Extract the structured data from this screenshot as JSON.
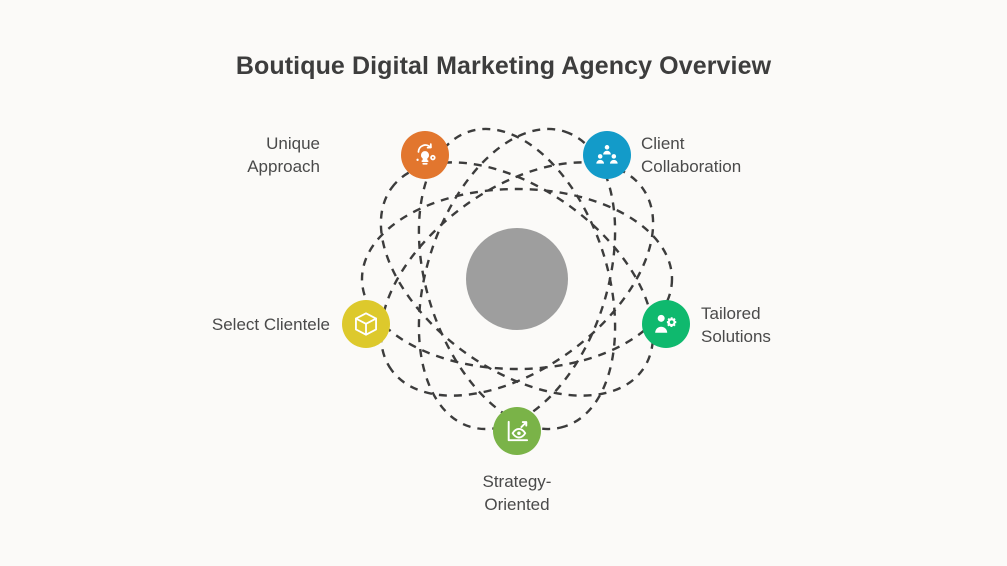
{
  "page": {
    "title": "Boutique Digital Marketing Agency Overview",
    "background_color": "#fbfaf8",
    "title_color": "#3d3d3d",
    "label_color": "#4a4a4a",
    "orbit_color": "#3c3c3c",
    "hub_color": "#9e9e9e"
  },
  "nodes": [
    {
      "id": "unique-approach",
      "label": "Unique\nApproach",
      "color": "#e2762e",
      "icon": "lightbulb-refresh-icon",
      "position": "top-left"
    },
    {
      "id": "client-collaboration",
      "label": "Client\nCollaboration",
      "color": "#139bc9",
      "icon": "people-group-icon",
      "position": "top-right"
    },
    {
      "id": "tailored-solutions",
      "label": "Tailored\nSolutions",
      "color": "#0fb96e",
      "icon": "person-gear-icon",
      "position": "right"
    },
    {
      "id": "strategy-oriented",
      "label": "Strategy-\nOriented",
      "color": "#7ab348",
      "icon": "growth-chart-eye-icon",
      "position": "bottom"
    },
    {
      "id": "select-clientele",
      "label": "Select Clientele",
      "color": "#ddc92c",
      "icon": "cube-box-icon",
      "position": "left"
    }
  ]
}
